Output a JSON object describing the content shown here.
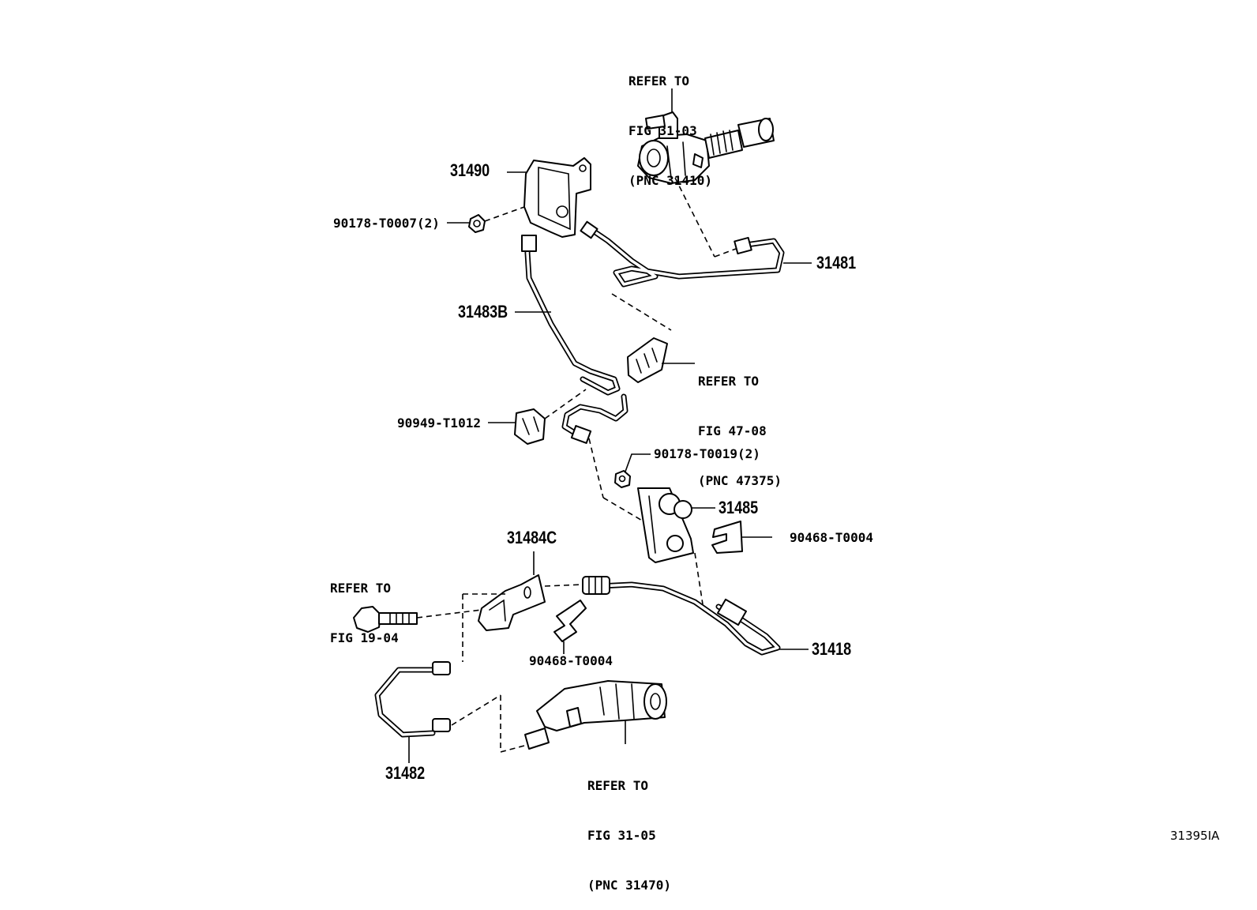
{
  "diagram_id": "31395IA",
  "parts": {
    "p31490": "31490",
    "p90178_t0007": "90178-T0007(2)",
    "p31481": "31481",
    "p31483b": "31483B",
    "p90949_t1012": "90949-T1012",
    "p90178_t0019": "90178-T0019(2)",
    "p31485": "31485",
    "p90468_t0004_a": "90468-T0004",
    "p31484c": "31484C",
    "p90468_t0004_b": "90468-T0004",
    "p31418": "31418",
    "p31482": "31482"
  },
  "refs": {
    "master_cylinder": {
      "line1": "REFER TO",
      "line2": "FIG 31-03",
      "line3": "(PNC 31410)"
    },
    "clamp": {
      "line1": "REFER TO",
      "line2": "FIG 47-08",
      "line3": "(PNC 47375)"
    },
    "bolt": {
      "line1": "REFER TO",
      "line2": "FIG 19-04"
    },
    "release_cylinder": {
      "line1": "REFER TO",
      "line2": "FIG 31-05",
      "line3": "(PNC 31470)"
    }
  }
}
